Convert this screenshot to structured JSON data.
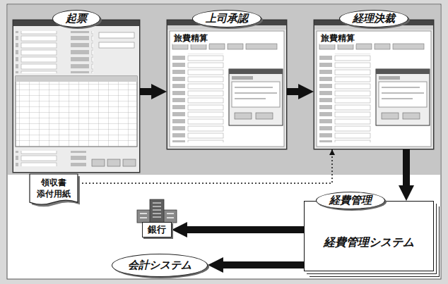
{
  "diagram": {
    "nodes": [
      {
        "text": [
          "起票"
        ]
      },
      {
        "text": [
          "上司承認"
        ]
      },
      {
        "text": [
          "経理決裁"
        ]
      },
      {
        "text": [
          "領収書 添付用紙"
        ]
      },
      {
        "text": [
          "経費管理",
          "経費管理システム"
        ]
      },
      {
        "text": [
          "銀行"
        ]
      },
      {
        "text": [
          "会計システム"
        ]
      }
    ],
    "edges": [
      {
        "from": 0,
        "to": 1,
        "arrow": "to"
      },
      {
        "from": 1,
        "to": 2,
        "arrow": "to"
      },
      {
        "from": 2,
        "to": 4,
        "arrow": "to"
      },
      {
        "from": 4,
        "to": 5,
        "arrow": "to"
      },
      {
        "from": 4,
        "to": 6,
        "arrow": "to"
      },
      {
        "from": 3,
        "to": 2,
        "arrow": "to"
      }
    ],
    "labels": [
      "旅費精算",
      "旅費精算"
    ]
  }
}
